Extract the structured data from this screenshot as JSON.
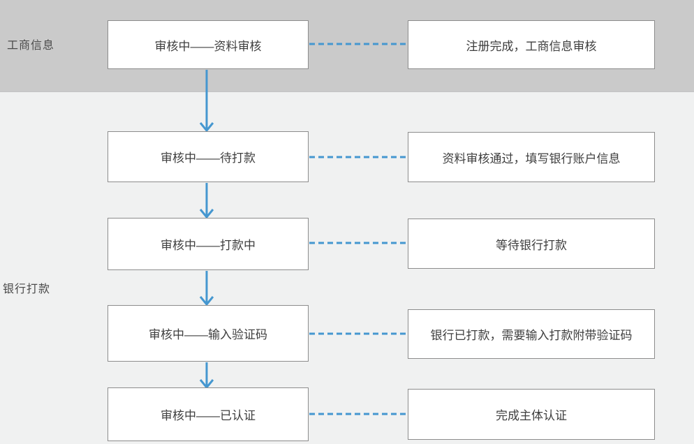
{
  "colors": {
    "accent_blue": "#4597d0",
    "section_top_bg": "#cacaca",
    "section_bottom_bg": "#f0f1f1",
    "node_border": "#8c8c8c",
    "node_fill": "#ffffff",
    "text": "#3e3e3e"
  },
  "sections": [
    {
      "label": "工商信息"
    },
    {
      "label": "银行打款"
    }
  ],
  "flow": {
    "rows": [
      {
        "status": "审核中——资料审核",
        "description": "注册完成，工商信息审核"
      },
      {
        "status": "审核中——待打款",
        "description": "资料审核通过，填写银行账户信息"
      },
      {
        "status": "审核中——打款中",
        "description": "等待银行打款"
      },
      {
        "status": "审核中——输入验证码",
        "description": "银行已打款，需要输入打款附带验证码"
      },
      {
        "status": "审核中——已认证",
        "description": "完成主体认证"
      }
    ]
  }
}
